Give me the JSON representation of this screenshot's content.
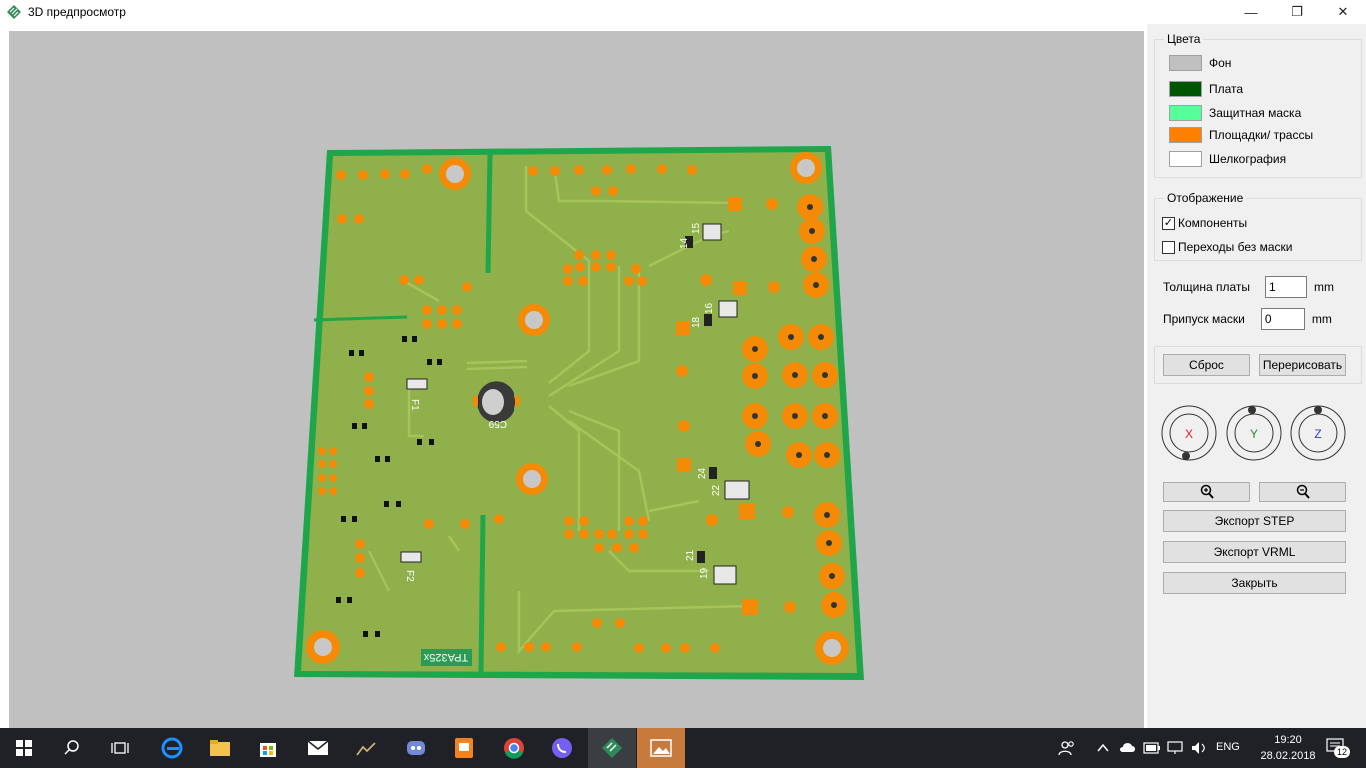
{
  "window": {
    "title": "3D предпросмотр",
    "minimize": "—",
    "maximize": "❐",
    "close": "✕"
  },
  "colors_group": {
    "title": "Цвета",
    "items": [
      {
        "label": "Фон",
        "color": "#c0c0c0"
      },
      {
        "label": "Плата",
        "color": "#005500"
      },
      {
        "label": "Защитная маска",
        "color": "#55ff99"
      },
      {
        "label": "Площадки/ трассы",
        "color": "#ff8000"
      },
      {
        "label": "Шелкография",
        "color": "#ffffff"
      }
    ]
  },
  "display_group": {
    "title": "Отображение",
    "components_label": "Компоненты",
    "components_checked": true,
    "vias_label": "Переходы без маски",
    "vias_checked": false
  },
  "board_thickness": {
    "label": "Толщина платы",
    "value": "1",
    "unit": "mm"
  },
  "mask_clearance": {
    "label": "Припуск маски",
    "value": "0",
    "unit": "mm"
  },
  "buttons": {
    "reset": "Сброс",
    "redraw": "Перерисовать",
    "export_step": "Экспорт STEP",
    "export_vrml": "Экспорт VRML",
    "close": "Закрыть"
  },
  "axes": {
    "x": "X",
    "y": "Y",
    "z": "Z"
  },
  "pcb": {
    "board_color": "#8fb04a",
    "edge_color": "#1fa64a",
    "pad_color": "#f58a07",
    "designators": [
      "C59",
      "F1",
      "F2",
      "14",
      "15",
      "16",
      "18",
      "21",
      "19",
      "22",
      "24",
      "TPA325x"
    ]
  },
  "taskbar": {
    "language": "ENG",
    "time": "19:20",
    "date": "28.02.2018",
    "notifications": "12"
  }
}
